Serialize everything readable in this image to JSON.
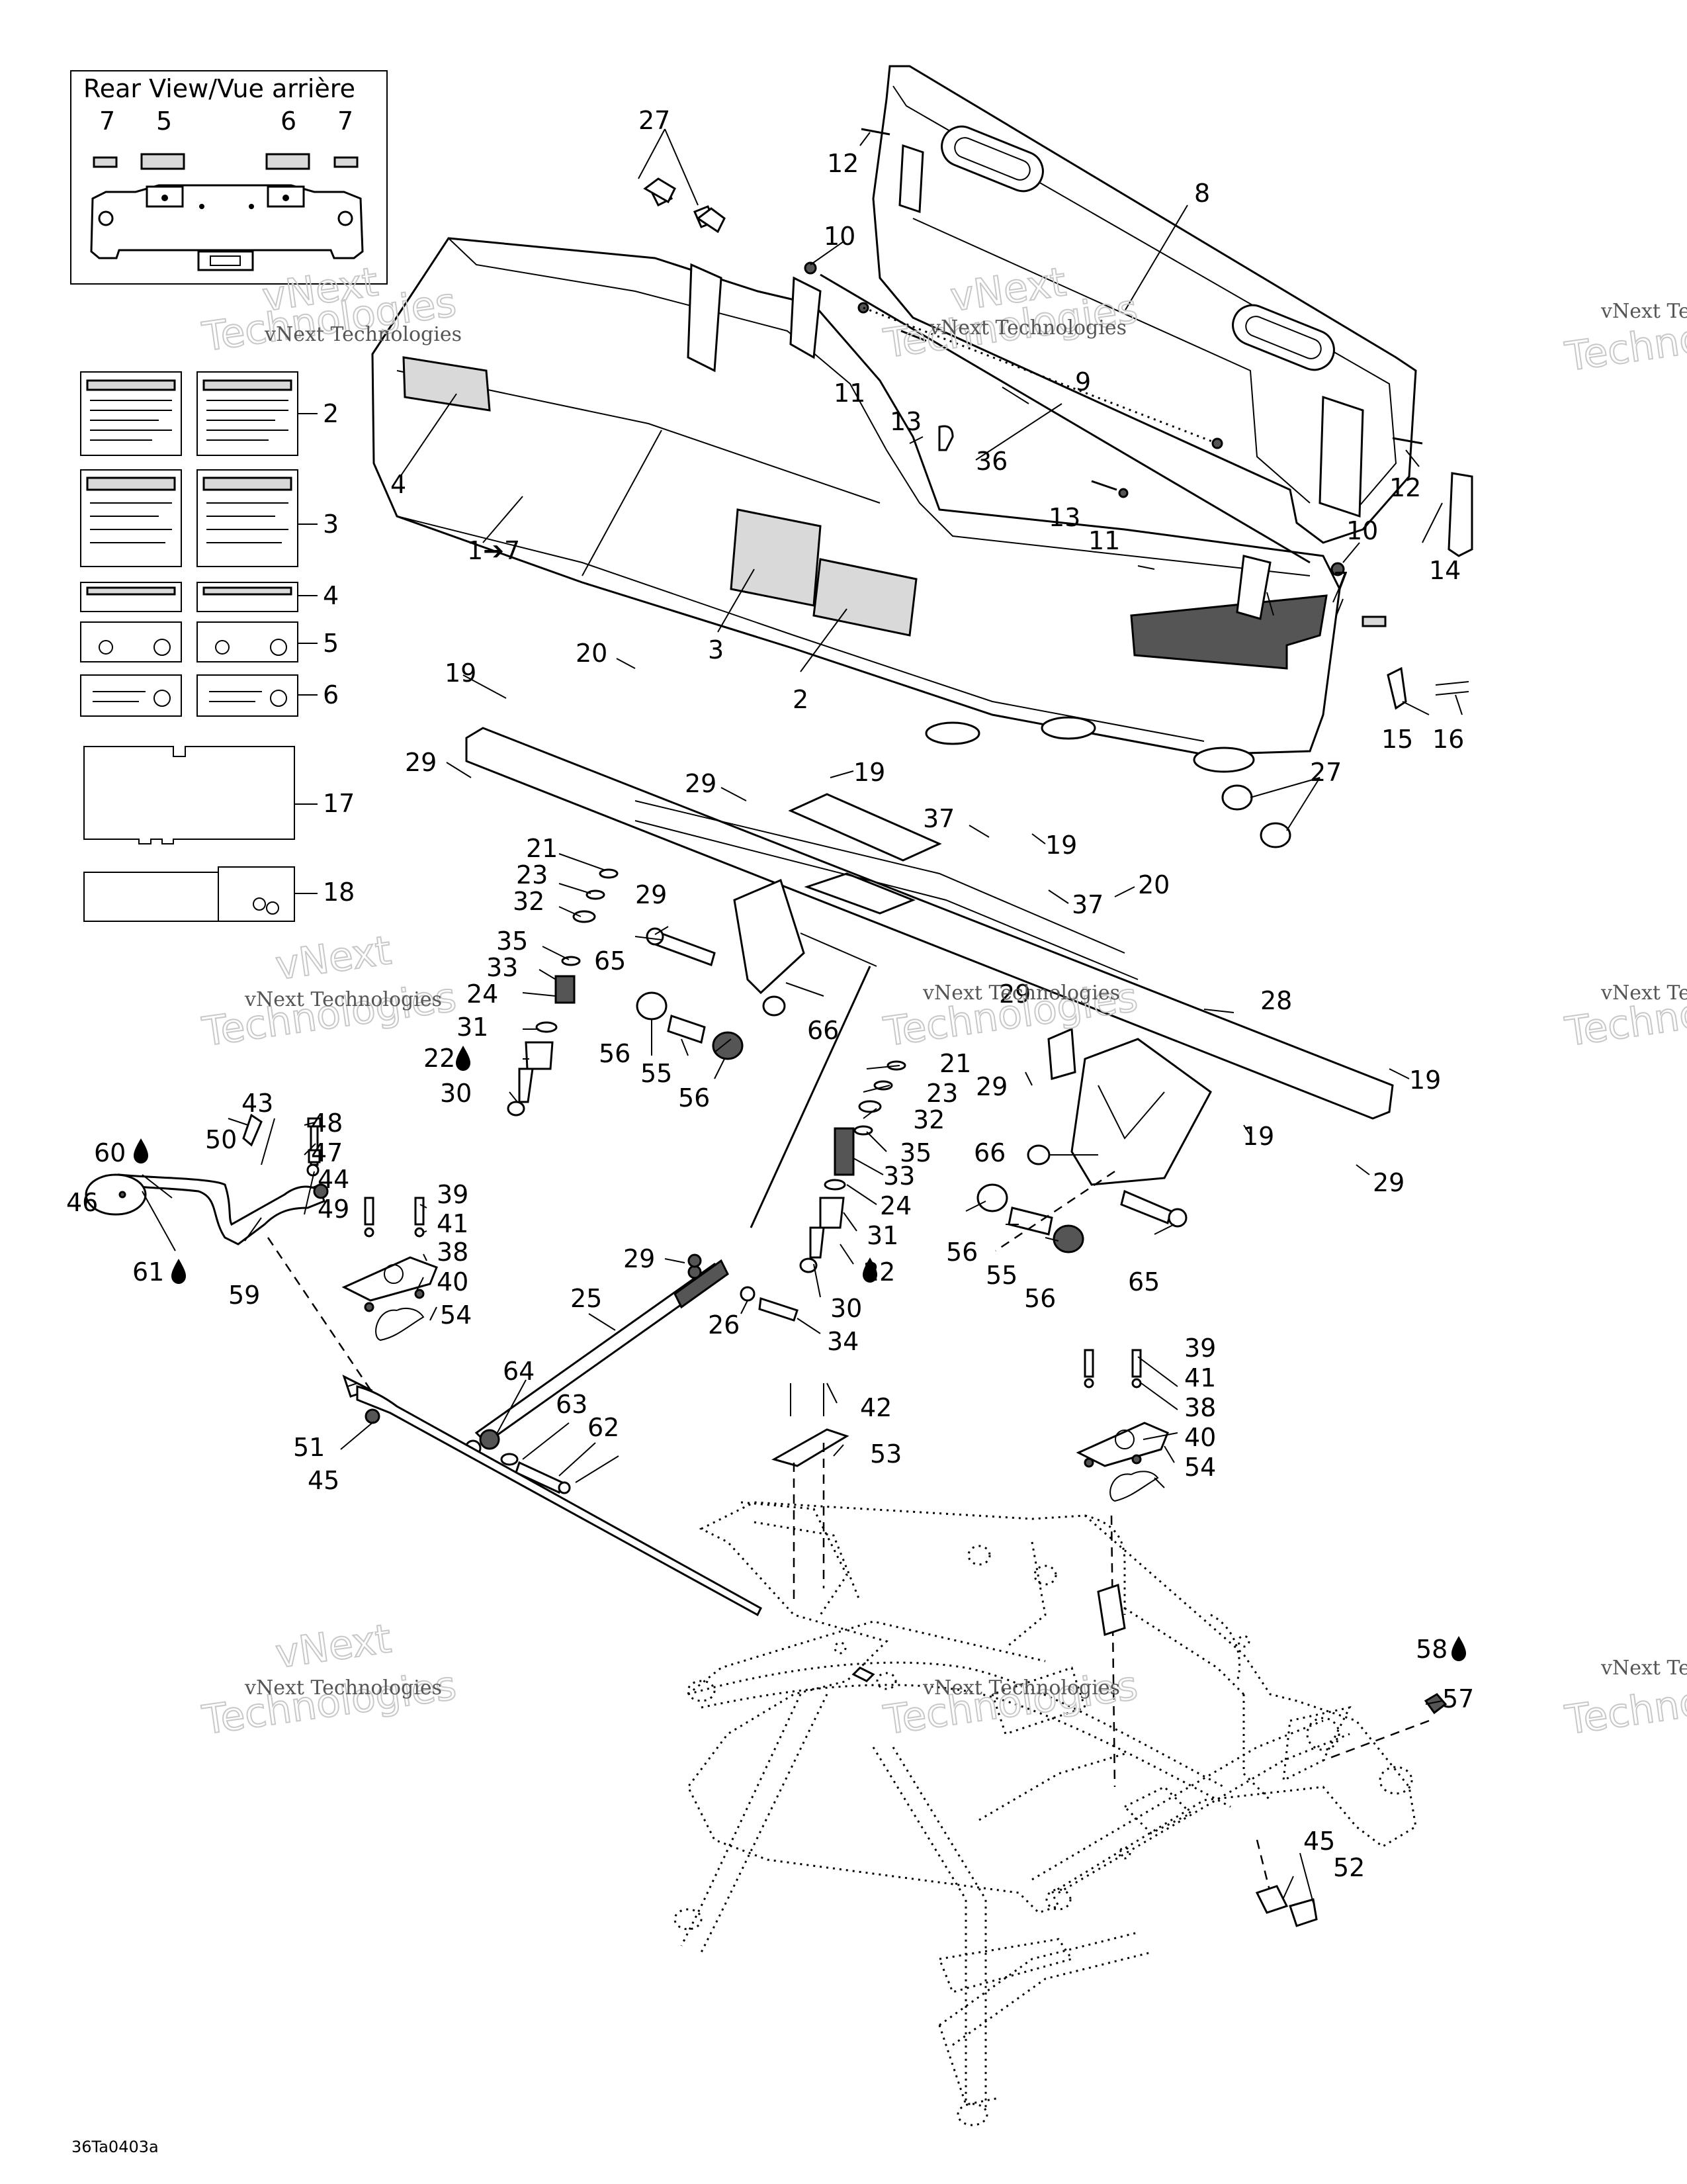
{
  "inset": {
    "title": "Rear View/Vue arrière"
  },
  "figure_code": "36Ta0403a",
  "watermark": {
    "line1": "vNext Technologies",
    "line2": "Technologies",
    "line3": "vNext"
  },
  "callouts": {
    "c1": "1➔7",
    "c2": "2",
    "c3": "3",
    "c4": "4",
    "c5": "5",
    "c6": "6",
    "c7": "7",
    "c8": "8",
    "c9": "9",
    "c10": "10",
    "c11": "11",
    "c12": "12",
    "c13": "13",
    "c14": "14",
    "c15": "15",
    "c16": "16",
    "c17": "17",
    "c18": "18",
    "c19": "19",
    "c20": "20",
    "c21": "21",
    "c22": "22",
    "c23": "23",
    "c24": "24",
    "c25": "25",
    "c26": "26",
    "c27": "27",
    "c28": "28",
    "c29": "29",
    "c30": "30",
    "c31": "31",
    "c32": "32",
    "c33": "33",
    "c34": "34",
    "c35": "35",
    "c36": "36",
    "c37": "37",
    "c38": "38",
    "c39": "39",
    "c40": "40",
    "c41": "41",
    "c42": "42",
    "c43": "43",
    "c44": "44",
    "c45": "45",
    "c46": "46",
    "c47": "47",
    "c48": "48",
    "c49": "49",
    "c50": "50",
    "c51": "51",
    "c52": "52",
    "c53": "53",
    "c54": "54",
    "c55": "55",
    "c56": "56",
    "c57": "57",
    "c58": "58",
    "c59": "59",
    "c60": "60",
    "c61": "61",
    "c62": "62",
    "c63": "63",
    "c64": "64",
    "c65": "65",
    "c66": "66"
  }
}
